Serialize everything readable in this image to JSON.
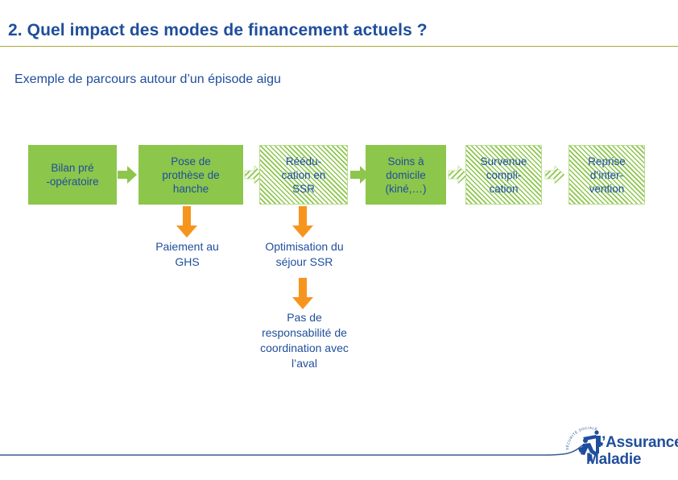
{
  "slide": {
    "title": "2. Quel impact des modes de financement actuels ?",
    "subtitle": "Exemple de parcours autour d’un épisode aigu",
    "accent_blue": "#1F4E9C",
    "accent_green": "#8CC64B",
    "accent_orange": "#F7941E",
    "rule_olive": "#A8A83A"
  },
  "flow": {
    "boxes": [
      {
        "id": "bilan-pre-operatoire",
        "text": "Bilan     pré\n-opératoire",
        "line1": "Bilan     pré",
        "line2": "-opératoire",
        "line3": "",
        "style": "solid"
      },
      {
        "id": "pose-prothese-hanche",
        "text": "Pose de prothèse de hanche",
        "line1": "Pose de",
        "line2": "prothèse de",
        "line3": "hanche",
        "style": "solid"
      },
      {
        "id": "reeducation-ssr",
        "text": "Rééducation en SSR",
        "line1": "Réédu-",
        "line2": "cation en",
        "line3": "SSR",
        "style": "hatched"
      },
      {
        "id": "soins-a-domicile",
        "text": "Soins à domicile (kiné,…)",
        "line1": "Soins à",
        "line2": "domicile",
        "line3": "(kiné,…)",
        "style": "solid"
      },
      {
        "id": "survenue-complication",
        "text": "Survenue complication",
        "line1": "Survenue",
        "line2": "compli-",
        "line3": "cation",
        "style": "hatched"
      },
      {
        "id": "reprise-intervention",
        "text": "Reprise d’intervention",
        "line1": "Reprise",
        "line2": "d’inter-",
        "line3": "vention",
        "style": "hatched"
      }
    ],
    "connectors": [
      {
        "id": "arrow-1-2",
        "style": "solid"
      },
      {
        "id": "arrow-2-3",
        "style": "hatched"
      },
      {
        "id": "arrow-3-4",
        "style": "solid"
      },
      {
        "id": "arrow-4-5",
        "style": "hatched"
      },
      {
        "id": "arrow-5-6",
        "style": "hatched"
      }
    ]
  },
  "callouts": [
    {
      "id": "paiement-ghs",
      "line1": "Paiement au",
      "line2": "GHS",
      "line3": "",
      "line4": ""
    },
    {
      "id": "optimisation-sejour",
      "line1": "Optimisation du",
      "line2": "séjour SSR",
      "line3": "",
      "line4": ""
    },
    {
      "id": "pas-de-responsabilite",
      "line1": "Pas de",
      "line2": "responsabilité de",
      "line3": "coordination avec",
      "line4": "l’aval"
    }
  ],
  "logo": {
    "arc_text": "SÉCURITÉ SOCIALE",
    "line1": "l’Assurance",
    "line2": "Maladie"
  }
}
